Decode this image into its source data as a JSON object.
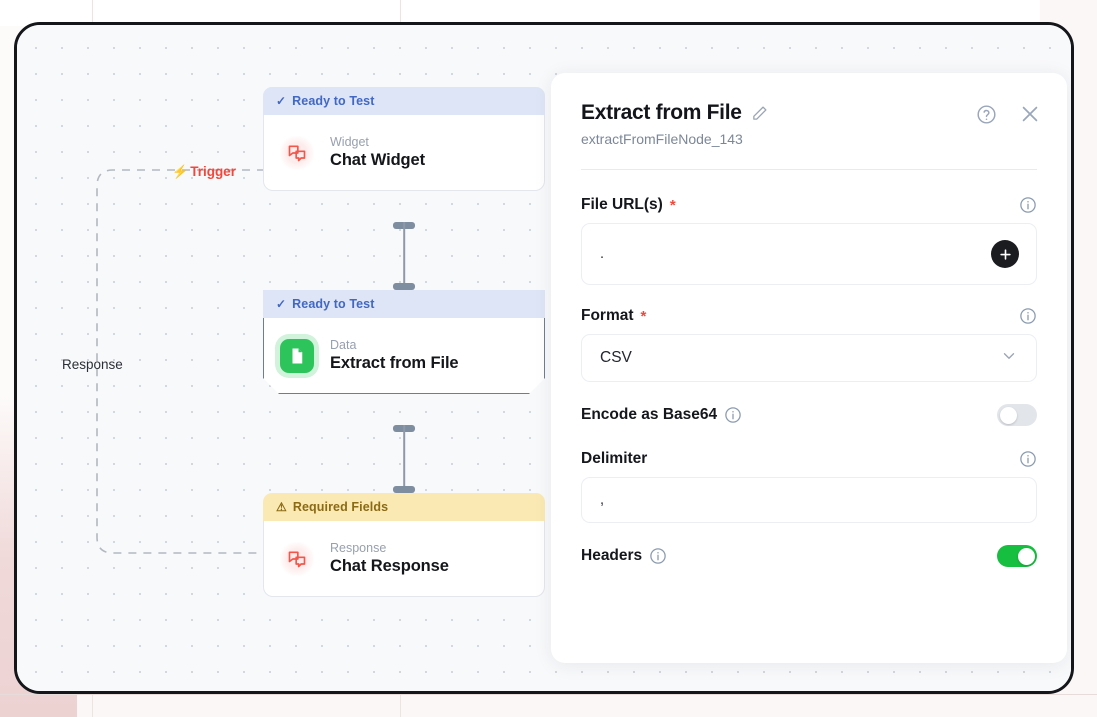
{
  "canvas": {
    "trigger_label": "Trigger",
    "response_label": "Response",
    "trigger_icon": "lightning-bolt-icon"
  },
  "nodes": [
    {
      "badge": "Ready to Test",
      "badge_type": "ready",
      "badge_icon": "check-icon",
      "kind": "Widget",
      "title": "Chat Widget",
      "icon": "chat-bubbles-icon",
      "selected": false
    },
    {
      "badge": "Ready to Test",
      "badge_type": "ready",
      "badge_icon": "check-icon",
      "kind": "Data",
      "title": "Extract from File",
      "icon": "document-icon",
      "selected": true
    },
    {
      "badge": "Required Fields",
      "badge_type": "required",
      "badge_icon": "warning-triangle-icon",
      "kind": "Response",
      "title": "Chat Response",
      "icon": "chat-bubbles-icon",
      "selected": false
    }
  ],
  "panel": {
    "title": "Extract from File",
    "subtitle": "extractFromFileNode_143",
    "edit_icon": "pencil-icon",
    "help_icon": "help-circle-icon",
    "close_icon": "close-x-icon",
    "fields": {
      "file_urls": {
        "label": "File URL(s)",
        "required": true,
        "value": ".",
        "info_icon": "info-circle-icon",
        "add_icon": "plus-icon"
      },
      "format": {
        "label": "Format",
        "required": true,
        "value": "CSV",
        "info_icon": "info-circle-icon",
        "chevron_icon": "chevron-down-icon"
      },
      "encode_base64": {
        "label": "Encode as Base64",
        "enabled": false,
        "state_text": "off",
        "info_icon": "info-circle-icon"
      },
      "delimiter": {
        "label": "Delimiter",
        "required": false,
        "value": ",",
        "info_icon": "info-circle-icon"
      },
      "headers": {
        "label": "Headers",
        "enabled": true,
        "state_text": "on",
        "info_icon": "info-circle-icon"
      }
    }
  },
  "colors": {
    "trigger_red": "#f4473b",
    "badge_ready_bg": "#dde5f7",
    "badge_ready_text": "#4268c4",
    "badge_required_bg": "#fbe9b4",
    "badge_required_text": "#8a6a14",
    "toggle_on": "#16bf3f",
    "doc_icon_green": "#2ec45c",
    "frame_border": "#15161a"
  }
}
